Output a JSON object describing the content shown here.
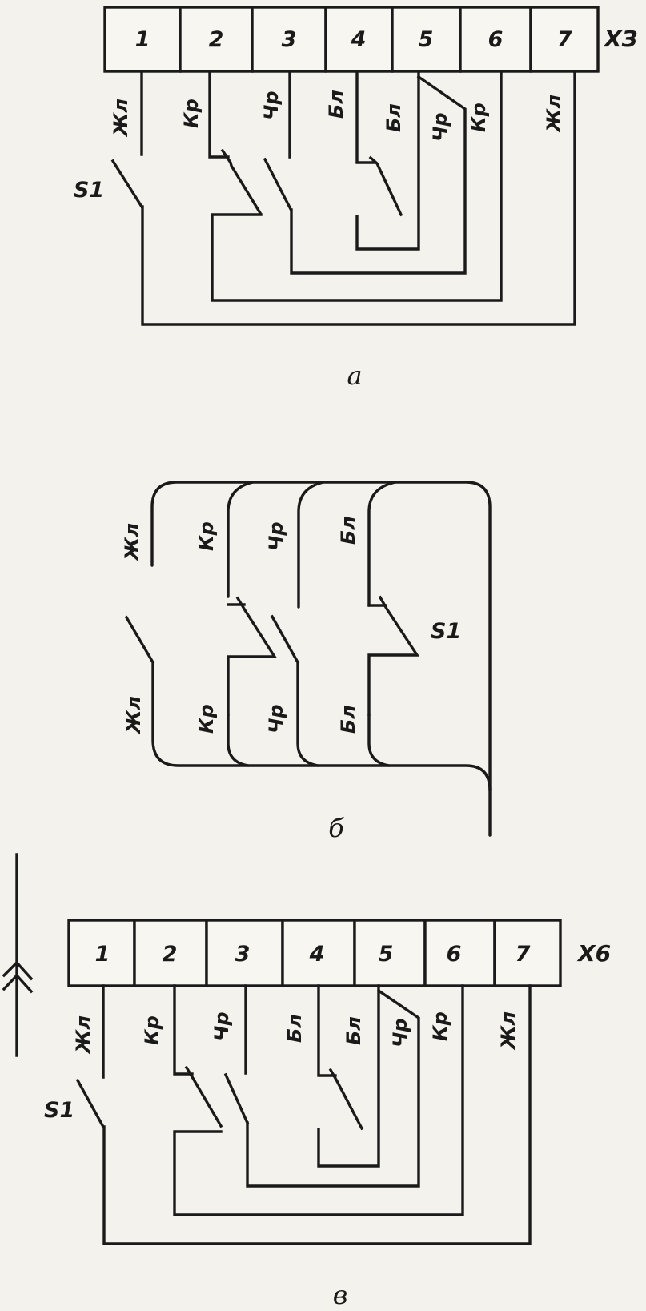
{
  "diagram_a": {
    "caption": "а",
    "connector": "ХЗ",
    "terminals": [
      "1",
      "2",
      "3",
      "4",
      "5",
      "6",
      "7"
    ],
    "switch": "S1",
    "wire_labels": [
      "Жл",
      "Кр",
      "Чр",
      "Бл",
      "Бл",
      "Чр",
      "Кр",
      "Жл"
    ]
  },
  "diagram_b": {
    "caption": "б",
    "switch": "S1",
    "top_labels": [
      "Жл",
      "Кр",
      "Чр",
      "Бл"
    ],
    "bottom_labels": [
      "Жл",
      "Кр",
      "Чр",
      "Бл"
    ]
  },
  "diagram_c": {
    "caption": "в",
    "connector": "Х6",
    "terminals": [
      "1",
      "2",
      "3",
      "4",
      "5",
      "6",
      "7"
    ],
    "switch": "S1",
    "wire_labels": [
      "Жл",
      "Кр",
      "Чр",
      "Бл",
      "Бл",
      "Чр",
      "Кр",
      "Жл"
    ]
  }
}
